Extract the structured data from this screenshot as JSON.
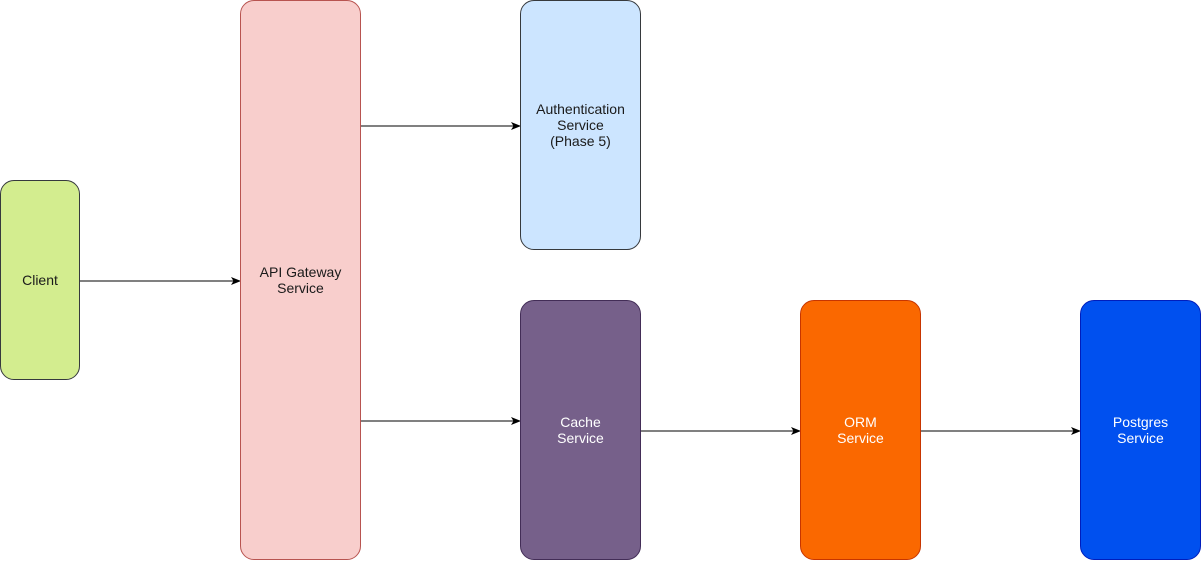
{
  "nodes": {
    "client": {
      "label": "Client",
      "fill": "#d3ed8f",
      "stroke": "#36393d"
    },
    "gateway": {
      "label": "API Gateway\nService",
      "fill": "#f8cecc",
      "stroke": "#b85450"
    },
    "auth": {
      "label": "Authentication\nService\n(Phase 5)",
      "fill": "#cce5ff",
      "stroke": "#36393d"
    },
    "cache": {
      "label": "Cache\nService",
      "fill": "#76608a",
      "stroke": "#432d57"
    },
    "orm": {
      "label": "ORM\nService",
      "fill": "#fa6800",
      "stroke": "#c73500"
    },
    "postgres": {
      "label": "Postgres\nService",
      "fill": "#0050ef",
      "stroke": "#001dbc"
    }
  },
  "edges": [
    {
      "from": "client",
      "to": "gateway"
    },
    {
      "from": "gateway",
      "to": "auth"
    },
    {
      "from": "gateway",
      "to": "cache"
    },
    {
      "from": "cache",
      "to": "orm"
    },
    {
      "from": "orm",
      "to": "postgres"
    }
  ]
}
